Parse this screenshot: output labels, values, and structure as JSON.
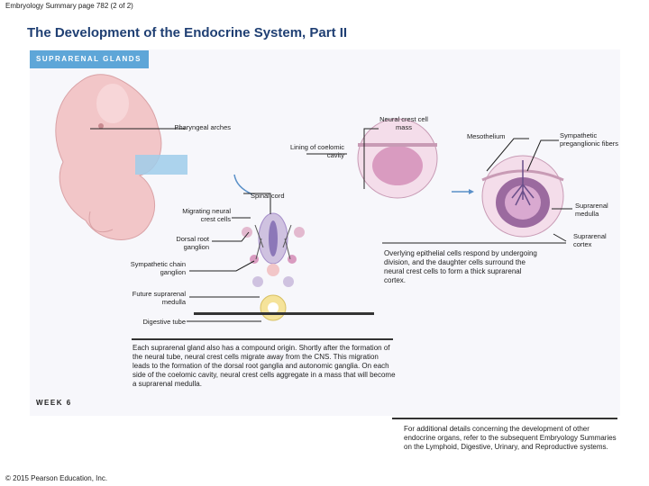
{
  "header_caption": "Embryology Summary page 782 (2 of 2)",
  "title": "The Development of the Endocrine System, Part II",
  "section_tab": "SUPRARENAL GLANDS",
  "labels": {
    "pharyngeal_arches": "Pharyngeal arches",
    "neural_crest_cell_mass": "Neural crest cell mass",
    "mesothelium": "Mesothelium",
    "sympathetic_preganglionic_fibers": "Sympathetic preganglionic fibers",
    "lining_of_coelomic_cavity": "Lining of coelomic cavity",
    "spinal_cord": "Spinal cord",
    "migrating_neural_crest_cells": "Migrating neural crest cells",
    "dorsal_root_ganglion": "Dorsal root ganglion",
    "sympathetic_chain_ganglion": "Sympathetic chain ganglion",
    "future_suprarenal_medulla": "Future suprarenal medulla",
    "digestive_tube": "Digestive tube",
    "suprarenal_medulla": "Suprarenal medulla",
    "suprarenal_cortex": "Suprarenal cortex"
  },
  "overlying_text": "Overlying epithelial cells respond by undergoing division, and the daughter cells surround the neural crest cells to form a thick suprarenal cortex.",
  "main_paragraph": "Each suprarenal gland also has a compound origin. Shortly after the formation of the neural tube, neural crest cells migrate away from the CNS. This migration leads to the formation of the dorsal root ganglia and autonomic ganglia. On each side of the coelomic cavity, neural crest cells aggregate in a mass that will become a suprarenal medulla.",
  "week_label": "WEEK 6",
  "note": "For additional details concerning the development of other endocrine organs, refer to the subsequent Embryology Summaries on the Lymphoid, Digestive, Urinary, and Reproductive systems.",
  "copyright": "© 2015 Pearson Education, Inc.",
  "colors": {
    "title": "#1f3f73",
    "tab": "#5ea6d8",
    "embryo": "#f2c6c8",
    "tissue_pink": "#d99bc0",
    "cortex_purple": "#9b6a9f",
    "nerve_purple": "#6a4f8a",
    "highlight_blue": "#9fcdea"
  }
}
